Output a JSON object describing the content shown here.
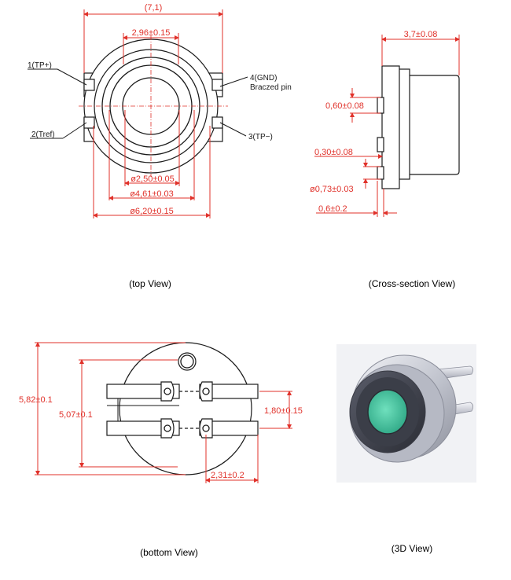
{
  "top_view": {
    "caption": "(top View)",
    "dim_overall": "(7,1)",
    "dim_window": "2,96±0.15",
    "dim_inner": "ø2,50±0.05",
    "dim_mid": "ø4,61±0.03",
    "dim_outer": "ø6,20±0.15",
    "pin1": "1(TP+)",
    "pin2": "2(Tref)",
    "pin3": "3(TP−)",
    "pin4": "4(GND)",
    "pin4_note": "Braczed pin"
  },
  "cross_section_view": {
    "caption": "(Cross-section View)",
    "dim_height": "3,7±0.08",
    "dim_pin_a": "0,60±0.08",
    "dim_pin_b": "0,30±0.08",
    "dim_pin_dia": "ø0,73±0.03",
    "dim_base": "0,6±0.2"
  },
  "bottom_view": {
    "caption": "(bottom View)",
    "dim_height_outer": "5,82±0.1",
    "dim_height_inner": "5,07±0.1",
    "dim_pin_pitch": "1,80±0.15",
    "dim_pin_width": "2,31±0.2"
  },
  "three_d_view": {
    "caption": "(3D View)",
    "colors": {
      "window": "#47c9a3",
      "body": "#c9ccd6"
    }
  }
}
